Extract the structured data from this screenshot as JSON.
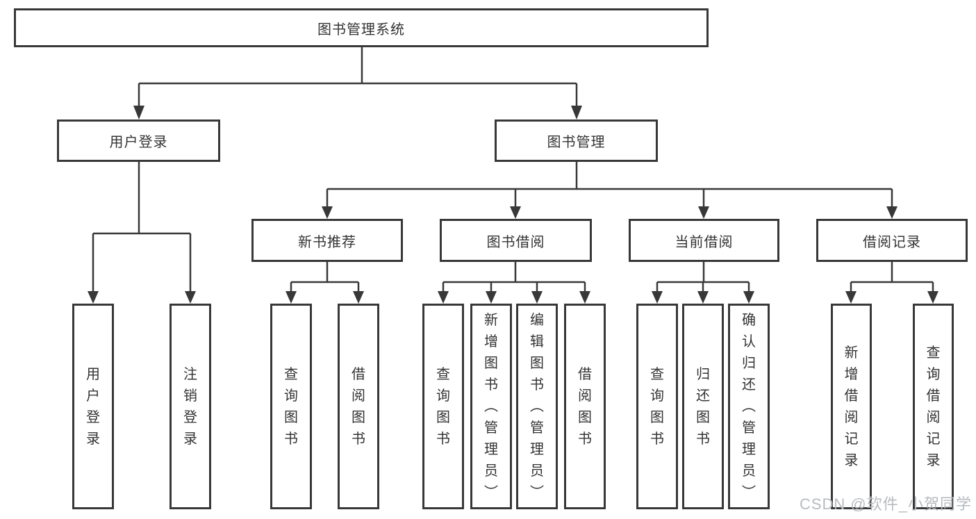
{
  "diagram_title": "图书管理系统",
  "tree": {
    "root": {
      "label": "图书管理系统"
    },
    "children": [
      {
        "label": "用户登录",
        "children": [
          {
            "label": "用户登录"
          },
          {
            "label": "注销登录"
          }
        ]
      },
      {
        "label": "图书管理",
        "children": [
          {
            "label": "新书推荐",
            "children": [
              {
                "label": "查询图书"
              },
              {
                "label": "借阅图书"
              }
            ]
          },
          {
            "label": "图书借阅",
            "children": [
              {
                "label": "查询图书"
              },
              {
                "label": "新增图书（管理员）"
              },
              {
                "label": "编辑图书（管理员）"
              },
              {
                "label": "借阅图书"
              }
            ]
          },
          {
            "label": "当前借阅",
            "children": [
              {
                "label": "查询图书"
              },
              {
                "label": "归还图书"
              },
              {
                "label": "确认归还（管理员）"
              }
            ]
          },
          {
            "label": "借阅记录",
            "children": [
              {
                "label": "新增借阅记录"
              },
              {
                "label": "查询借阅记录"
              }
            ]
          }
        ]
      }
    ]
  },
  "watermark": {
    "text": "CSDN @软件_小贺同学"
  },
  "colors": {
    "line": "#383838",
    "box_border": "#383838",
    "text": "#333333",
    "watermark": "#b7bbbf",
    "background": "#ffffff"
  }
}
